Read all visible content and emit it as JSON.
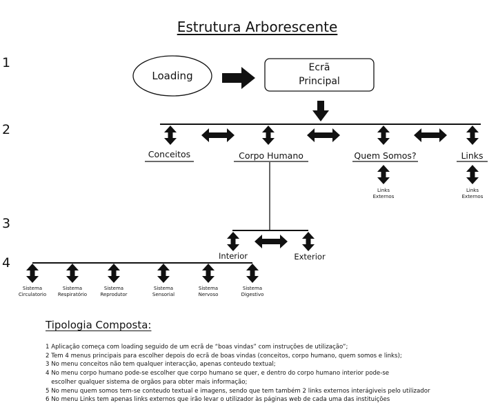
{
  "title": "Estrutura Arborescente",
  "levels": [
    "1",
    "2",
    "3",
    "4"
  ],
  "start": {
    "loading": "Loading",
    "main_line1": "Ecrã",
    "main_line2": "Principal"
  },
  "menus": {
    "conceitos": "Conceitos",
    "corpo": "Corpo Humano",
    "quem": "Quem Somos?",
    "links": "Links"
  },
  "links_externos": {
    "line1": "Links",
    "line2": "Externos"
  },
  "corpo_sub": {
    "interior": "Interior",
    "exterior": "Exterior"
  },
  "sistemas": [
    {
      "l1": "Sistema",
      "l2": "Circulatorio"
    },
    {
      "l1": "Sistema",
      "l2": "Respiratório"
    },
    {
      "l1": "Sistema",
      "l2": "Reprodutor"
    },
    {
      "l1": "Sistema",
      "l2": "Sensorial"
    },
    {
      "l1": "Sistema",
      "l2": "Nervoso"
    },
    {
      "l1": "Sistema",
      "l2": "Digestivo"
    }
  ],
  "tipologia": {
    "title": "Tipologia Composta:",
    "notes": [
      "1 Aplicação começa com loading seguido de um ecrã de “boas vindas” com instruções de utilização”;",
      "2 Tem 4 menus principais para escolher depois do ecrã de boas vindas (conceitos, corpo humano, quem somos e links);",
      "3 No menu conceitos não tem qualquer interacção, apenas conteudo textual;",
      "4 No menu corpo humano pode-se escolher que corpo humano se quer, e dentro do corpo humano interior pode-se",
      "   escolher qualquer sistema de orgãos para obter mais informação;",
      "5 No menu quem somos tem-se conteudo textual e imagens, sendo que tem também 2 links externos interágiveis pelo utilizador",
      "6 No menu Links tem apenas links externos que irão levar o utilizador às páginas web de cada uma das instituições"
    ]
  }
}
